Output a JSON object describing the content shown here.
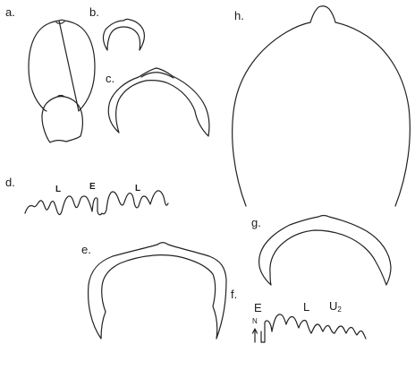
{
  "figure": {
    "panels": [
      {
        "id": "a",
        "label": "a."
      },
      {
        "id": "b",
        "label": "b."
      },
      {
        "id": "c",
        "label": "c."
      },
      {
        "id": "d",
        "label": "d."
      },
      {
        "id": "e",
        "label": "e."
      },
      {
        "id": "f",
        "label": "f."
      },
      {
        "id": "g",
        "label": "g."
      },
      {
        "id": "h",
        "label": "h."
      }
    ],
    "suture_d": {
      "lobe_left": "L",
      "saddle": "E",
      "lobe_right": "L"
    },
    "suture_f": {
      "saddle": "E",
      "lobe": "L",
      "umbilical": "U",
      "umbilical_sub": "2",
      "axis_mark": "N"
    }
  }
}
